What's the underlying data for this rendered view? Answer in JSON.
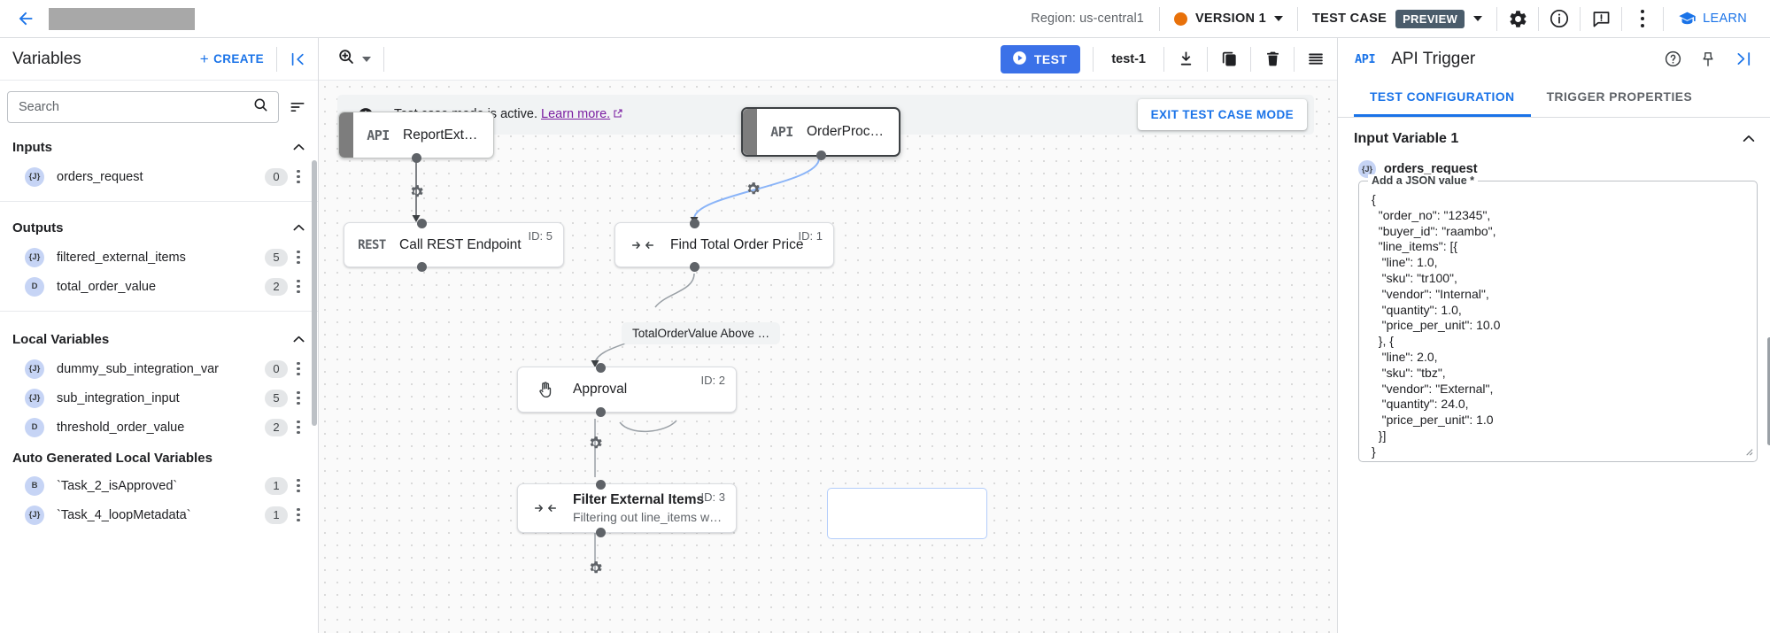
{
  "topbar": {
    "back_icon": "arrow-left-icon",
    "title_redacted": "",
    "region": "Region: us-central1",
    "version": "VERSION 1",
    "test_case_label": "TEST CASE",
    "preview_badge": "PREVIEW",
    "learn": "LEARN",
    "icons": [
      "gear-icon",
      "info-icon",
      "feedback-icon",
      "overflow-menu-icon"
    ]
  },
  "left_panel": {
    "title": "Variables",
    "create_label": "CREATE",
    "collapse_icon": "collapse-left-icon",
    "search": {
      "value": "",
      "placeholder": "Search"
    },
    "sections": [
      {
        "title": "Inputs",
        "items": [
          {
            "type": "{J}",
            "name": "orders_request",
            "count": "0"
          }
        ]
      },
      {
        "title": "Outputs",
        "items": [
          {
            "type": "{J}",
            "name": "filtered_external_items",
            "count": "5"
          },
          {
            "type": "D",
            "name": "total_order_value",
            "count": "2"
          }
        ]
      },
      {
        "title": "Local Variables",
        "items": [
          {
            "type": "{J}",
            "name": "dummy_sub_integration_var",
            "count": "0"
          },
          {
            "type": "{J}",
            "name": "sub_integration_input",
            "count": "5"
          },
          {
            "type": "D",
            "name": "threshold_order_value",
            "count": "2"
          }
        ]
      }
    ],
    "auto_section": {
      "title": "Auto Generated Local Variables",
      "items": [
        {
          "type": "B",
          "name": "`Task_2_isApproved`",
          "count": "1"
        },
        {
          "type": "{J}",
          "name": "`Task_4_loopMetadata`",
          "count": "1"
        }
      ]
    }
  },
  "canvas_toolbar": {
    "zoom_icon": "zoom-in-icon",
    "test_button": "TEST",
    "test_name": "test-1",
    "download_icon": "download-icon",
    "copy_icon": "copy-icon",
    "delete_icon": "trash-icon",
    "list_icon": "list-icon"
  },
  "banner": {
    "info_icon": "info-filled-icon",
    "text": "Test case mode is active.",
    "link": "Learn more.",
    "external_icon": "open-in-new-icon",
    "exit_button": "EXIT TEST CASE MODE"
  },
  "canvas": {
    "nodes": [
      {
        "id": "n-report",
        "tag": "API",
        "title": "ReportExternalOrders",
        "sub": "",
        "badge": "",
        "kind": "trigger"
      },
      {
        "id": "n-orderproc",
        "tag": "API",
        "title": "OrderProcessApiTrigger",
        "sub": "",
        "badge": "",
        "kind": "trigger-selected"
      },
      {
        "id": "n-rest",
        "tag": "REST",
        "title": "Call REST Endpoint",
        "sub": "",
        "badge": "ID: 5",
        "kind": "task"
      },
      {
        "id": "n-find",
        "tag": "map",
        "title": "Find Total Order Price",
        "sub": "",
        "badge": "ID: 1",
        "kind": "task"
      },
      {
        "id": "n-approval",
        "tag": "hand",
        "title": "Approval",
        "sub": "",
        "badge": "ID: 2",
        "kind": "task"
      },
      {
        "id": "n-filter",
        "tag": "map",
        "title": "Filter External Items",
        "sub": "Filtering out line_items whi…",
        "badge": "ID: 3",
        "kind": "task"
      }
    ],
    "edge_label": "TotalOrderValue Above …"
  },
  "right_panel": {
    "api_tag": "API",
    "title": "API Trigger",
    "help_icon": "help-circle-icon",
    "pin_icon": "pin-icon",
    "collapse_icon": "collapse-right-icon",
    "tabs": [
      {
        "label": "TEST CONFIGURATION",
        "active": true
      },
      {
        "label": "TRIGGER PROPERTIES",
        "active": false
      }
    ],
    "input_variable": {
      "section_title": "Input Variable 1",
      "var_type": "{J}",
      "var_name": "orders_request",
      "field_label": "Add a JSON value *",
      "json_value": "{\n  \"order_no\": \"12345\",\n  \"buyer_id\": \"raambo\",\n  \"line_items\": [{\n   \"line\": 1.0,\n   \"sku\": \"tr100\",\n   \"vendor\": \"Internal\",\n   \"quantity\": 1.0,\n   \"price_per_unit\": 10.0\n  }, {\n   \"line\": 2.0,\n   \"sku\": \"tbz\",\n   \"vendor\": \"External\",\n   \"quantity\": 24.0,\n   \"price_per_unit\": 1.0\n  }]\n}"
    }
  },
  "colors": {
    "accent_blue": "#1a73e8",
    "test_button_blue": "#3b71e8",
    "version_dot_orange": "#e8710a",
    "preview_badge": "#4a5c6b",
    "link_purple": "#7b1fa2"
  }
}
